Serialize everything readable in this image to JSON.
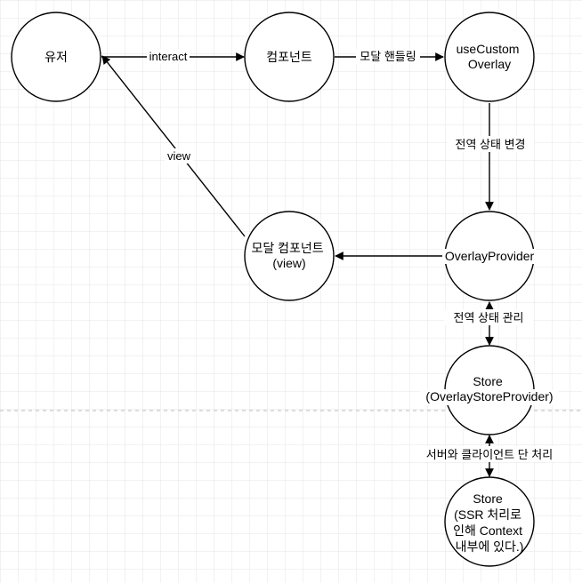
{
  "diagram": {
    "nodes": {
      "user": {
        "lines": [
          "유저"
        ]
      },
      "component": {
        "lines": [
          "컴포넌트"
        ]
      },
      "use_custom_overlay": {
        "lines": [
          "useCustom",
          "Overlay"
        ]
      },
      "overlay_provider": {
        "lines": [
          "OverlayProvider"
        ]
      },
      "modal_component": {
        "lines": [
          "모달 컴포넌트",
          "(view)"
        ]
      },
      "store": {
        "lines": [
          "Store",
          "(OverlayStoreProvider)"
        ]
      },
      "store_ssr": {
        "lines": [
          "Store",
          "(SSR 처리로",
          "인해 Context",
          "내부에 있다.)"
        ]
      }
    },
    "edges": {
      "user_to_component": {
        "label": "interact"
      },
      "component_to_hook": {
        "label": "모달 핸들링"
      },
      "hook_to_provider": {
        "label": "전역 상태 변경"
      },
      "provider_to_modal": {
        "label": ""
      },
      "modal_to_user": {
        "label": "view"
      },
      "provider_store": {
        "label": "전역 상태 관리"
      },
      "store_store_ssr": {
        "label": "서버와 클라이언트 단 처리"
      }
    },
    "colors": {
      "stroke": "#000000",
      "fill": "#ffffff",
      "grid": "#e6e6e6",
      "divider": "#c8c8c8"
    }
  }
}
